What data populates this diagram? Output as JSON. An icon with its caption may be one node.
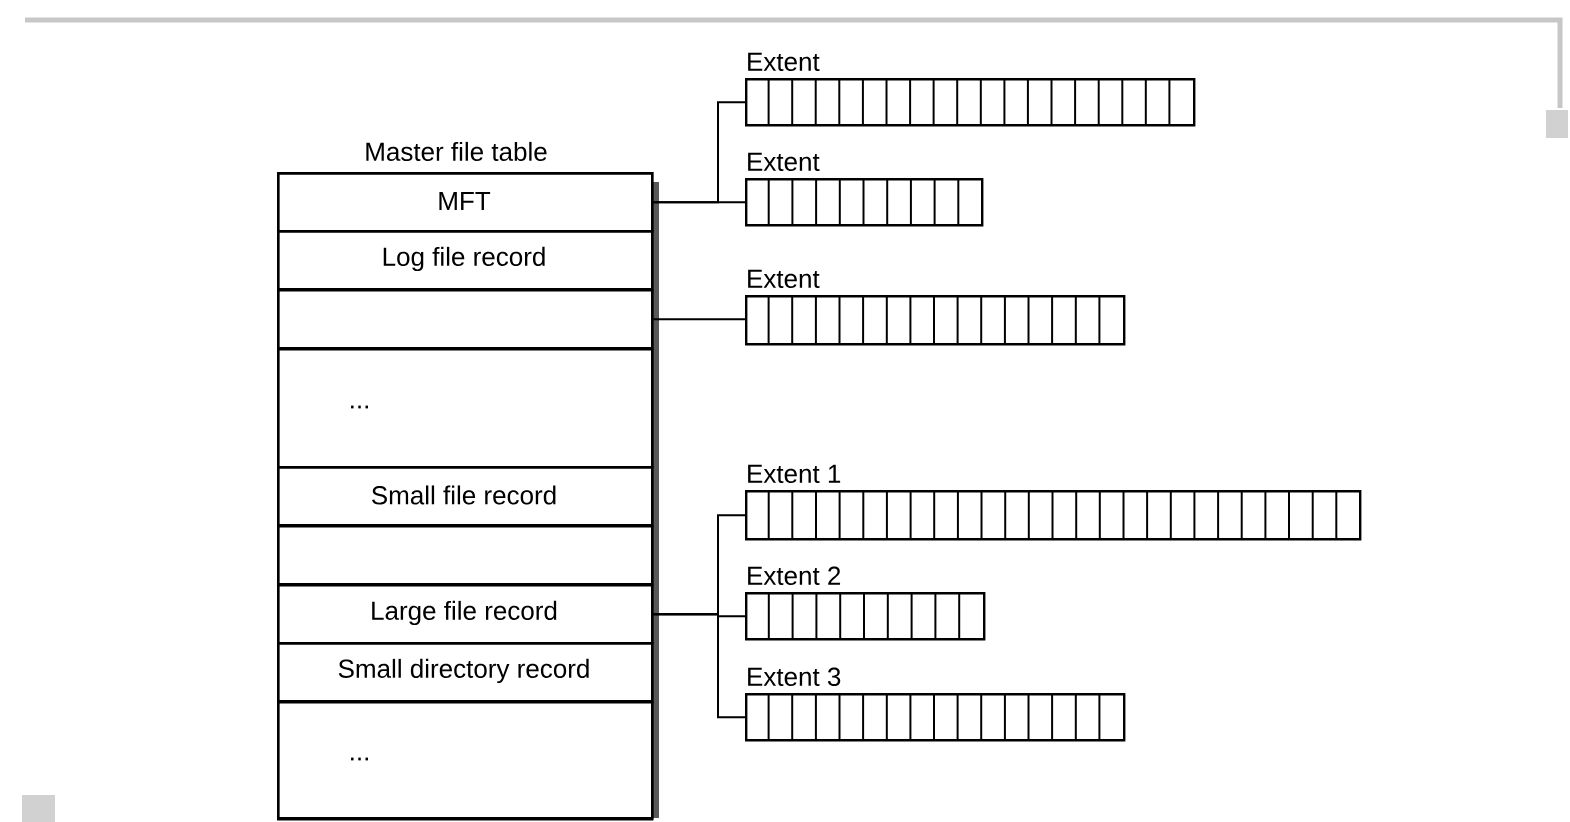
{
  "diagram": {
    "nodes": [
      {
        "text": [
          "Master file table"
        ]
      },
      {
        "text": [
          "MFT"
        ],
        "in": 0
      },
      {
        "text": [
          "Log file record"
        ],
        "in": 0
      },
      {
        "text": [],
        "shape": "box",
        "in": 0
      },
      {
        "text": [
          "..."
        ],
        "in": 0
      },
      {
        "text": [
          "Small file record"
        ],
        "in": 0
      },
      {
        "text": [],
        "shape": "box",
        "in": 0
      },
      {
        "text": [
          "Large file record"
        ],
        "in": 0
      },
      {
        "text": [
          "Small directory record"
        ],
        "in": 0
      },
      {
        "text": [
          "..."
        ],
        "in": 0
      },
      {
        "text": [
          "Extent"
        ]
      },
      {
        "text": [
          "Extent"
        ]
      },
      {
        "text": [
          "Extent"
        ]
      },
      {
        "text": [
          "Extent 1"
        ]
      },
      {
        "text": [
          "Extent 2"
        ]
      },
      {
        "text": [
          "Extent 3"
        ]
      }
    ],
    "edges": [
      {
        "from": 1,
        "to": 10,
        "arrow": "none"
      },
      {
        "from": 1,
        "to": 11,
        "arrow": "none"
      },
      {
        "from": 3,
        "to": 12,
        "arrow": "none"
      },
      {
        "from": 7,
        "to": 13,
        "arrow": "none"
      },
      {
        "from": 7,
        "to": 14,
        "arrow": "none"
      },
      {
        "from": 7,
        "to": 15,
        "arrow": "none"
      }
    ]
  }
}
